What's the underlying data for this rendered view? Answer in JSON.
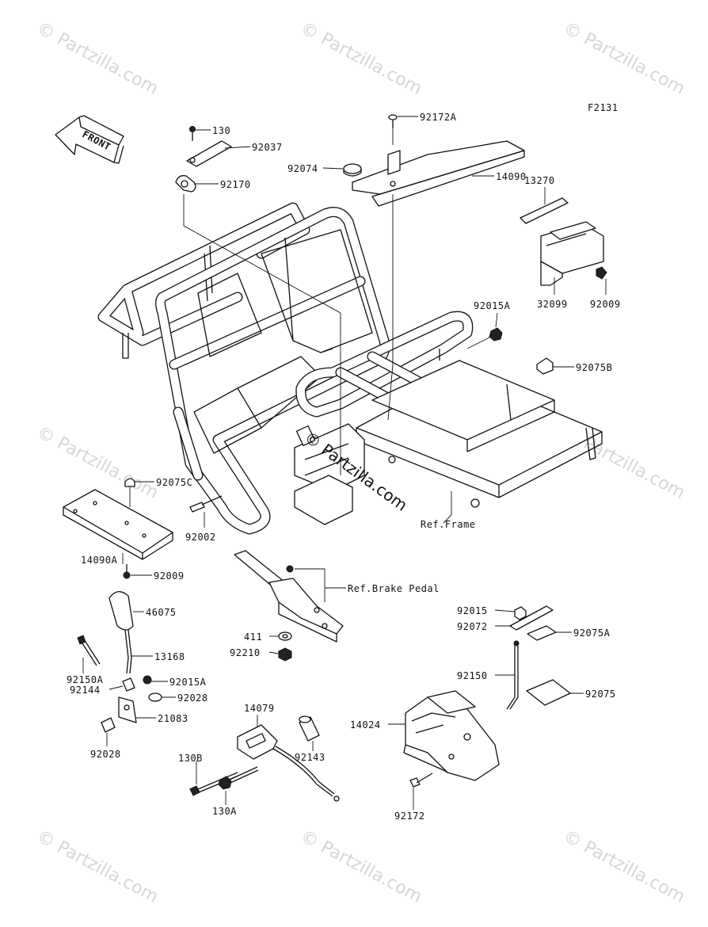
{
  "diagram": {
    "figure_code": "F2131",
    "front_label": "FRONT",
    "watermark": "© Partzilla.com",
    "center_watermark": "© Partzilla.com"
  },
  "labels": [
    {
      "id": "130",
      "text": "130"
    },
    {
      "id": "92037",
      "text": "92037"
    },
    {
      "id": "92170",
      "text": "92170"
    },
    {
      "id": "92172A",
      "text": "92172A"
    },
    {
      "id": "92074",
      "text": "92074"
    },
    {
      "id": "14090",
      "text": "14090"
    },
    {
      "id": "13270",
      "text": "13270"
    },
    {
      "id": "32099",
      "text": "32099"
    },
    {
      "id": "92009a",
      "text": "92009"
    },
    {
      "id": "92015A",
      "text": "92015A"
    },
    {
      "id": "92075B",
      "text": "92075B"
    },
    {
      "id": "92075C",
      "text": "92075C"
    },
    {
      "id": "92002",
      "text": "92002"
    },
    {
      "id": "RefFrame",
      "text": "Ref.Frame"
    },
    {
      "id": "14090A",
      "text": "14090A"
    },
    {
      "id": "92009b",
      "text": "92009"
    },
    {
      "id": "RefBrake",
      "text": "Ref.Brake Pedal"
    },
    {
      "id": "46075",
      "text": "46075"
    },
    {
      "id": "411",
      "text": "411"
    },
    {
      "id": "92210",
      "text": "92210"
    },
    {
      "id": "92015",
      "text": "92015"
    },
    {
      "id": "92072",
      "text": "92072"
    },
    {
      "id": "92075A",
      "text": "92075A"
    },
    {
      "id": "13168",
      "text": "13168"
    },
    {
      "id": "92150A",
      "text": "92150A"
    },
    {
      "id": "92015A2",
      "text": "92015A"
    },
    {
      "id": "92144",
      "text": "92144"
    },
    {
      "id": "92028a",
      "text": "92028"
    },
    {
      "id": "92150",
      "text": "92150"
    },
    {
      "id": "92075",
      "text": "92075"
    },
    {
      "id": "21083",
      "text": "21083"
    },
    {
      "id": "92028b",
      "text": "92028"
    },
    {
      "id": "14079",
      "text": "14079"
    },
    {
      "id": "14024",
      "text": "14024"
    },
    {
      "id": "92143",
      "text": "92143"
    },
    {
      "id": "130B",
      "text": "130B"
    },
    {
      "id": "130A",
      "text": "130A"
    },
    {
      "id": "92172",
      "text": "92172"
    }
  ]
}
